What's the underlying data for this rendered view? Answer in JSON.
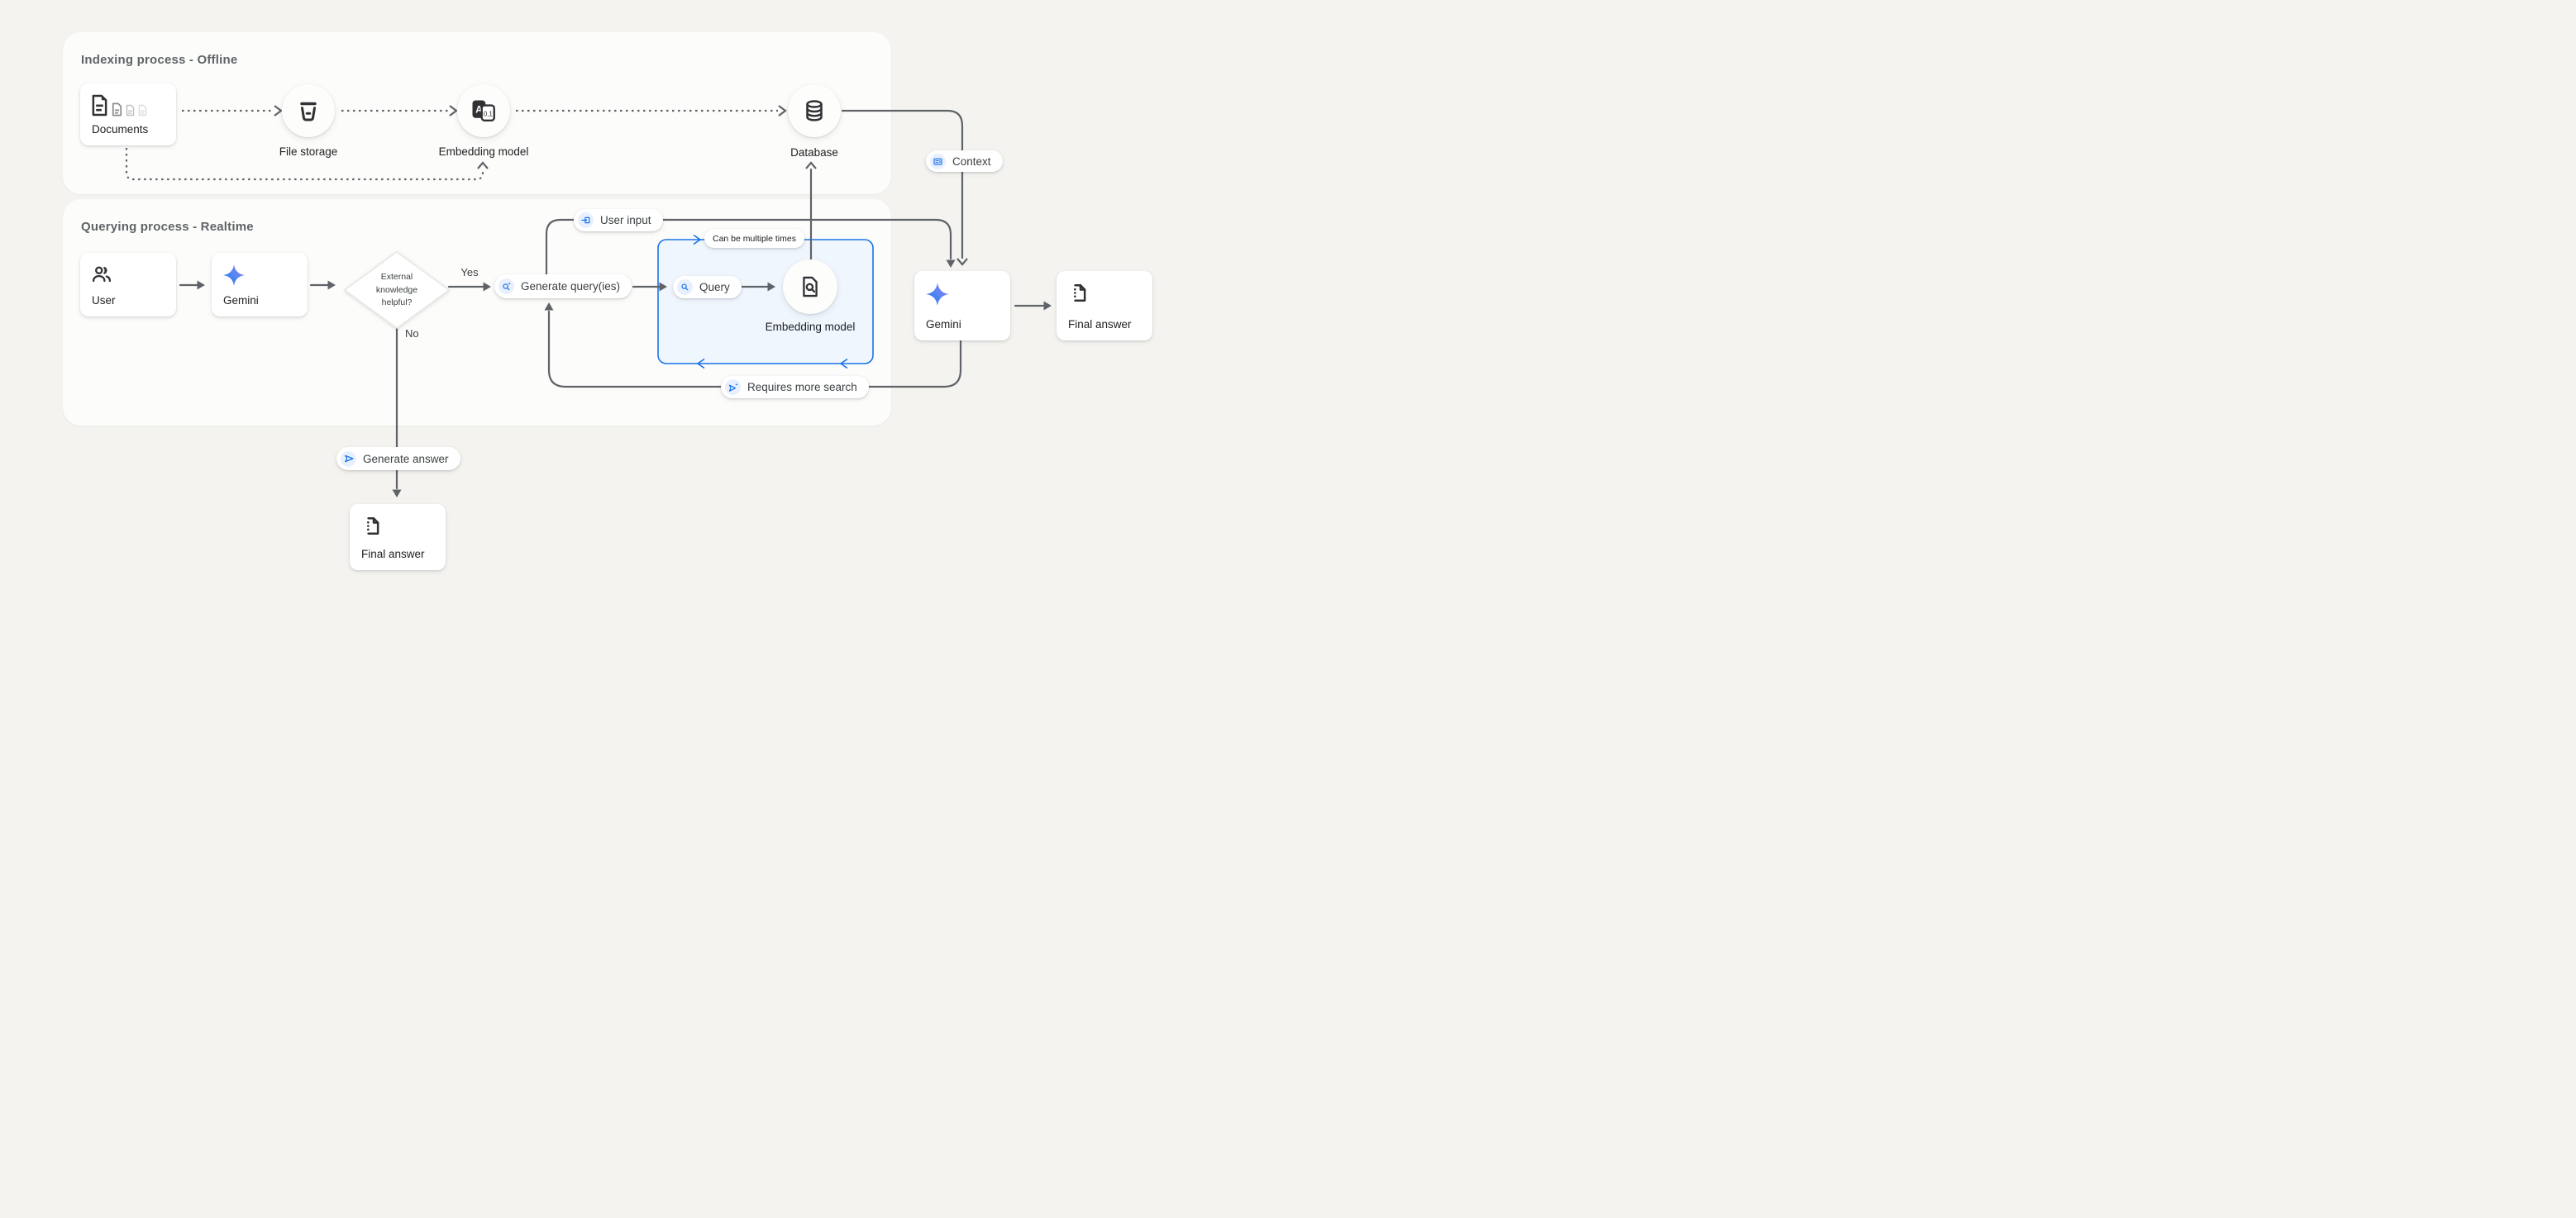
{
  "panels": {
    "indexing": {
      "title": "Indexing process - Offline"
    },
    "querying": {
      "title": "Querying process - Realtime"
    }
  },
  "nodes": {
    "documents": {
      "label": "Documents"
    },
    "file_storage": {
      "label": "File storage"
    },
    "embedding_offline": {
      "label": "Embedding model"
    },
    "database": {
      "label": "Database"
    },
    "user": {
      "label": "User"
    },
    "gemini_query": {
      "label": "Gemini"
    },
    "decision": {
      "label": "External knowledge helpful?"
    },
    "embedding_query": {
      "label": "Embedding model"
    },
    "gemini_answer": {
      "label": "Gemini"
    },
    "final_answer_right": {
      "label": "Final answer"
    },
    "final_answer_bottom": {
      "label": "Final answer"
    }
  },
  "pills": {
    "user_input": {
      "label": "User input",
      "icon": "input-icon"
    },
    "context": {
      "label": "Context",
      "icon": "article-icon"
    },
    "generate_queries": {
      "label": "Generate query(ies)",
      "icon": "search-spark-icon"
    },
    "query": {
      "label": "Query",
      "icon": "search-icon"
    },
    "can_be_multiple_times": {
      "label": "Can be multiple times"
    },
    "requires_more_search": {
      "label": "Requires more search",
      "icon": "send-spark-icon"
    },
    "generate_answer": {
      "label": "Generate answer",
      "icon": "send-icon"
    }
  },
  "edge_labels": {
    "yes": "Yes",
    "no": "No"
  },
  "icons": {
    "embedding_letter": "A",
    "embedding_digits": "0,1"
  },
  "colors": {
    "page_bg": "#f4f3f0",
    "panel_bg": "#fcfcfa",
    "line_gray": "#5f6368",
    "accent_blue": "#1a73e8",
    "chip_blue_bg": "#e8f0fe",
    "loop_fill": "#f0f6fd",
    "icon_dark": "#303134"
  }
}
